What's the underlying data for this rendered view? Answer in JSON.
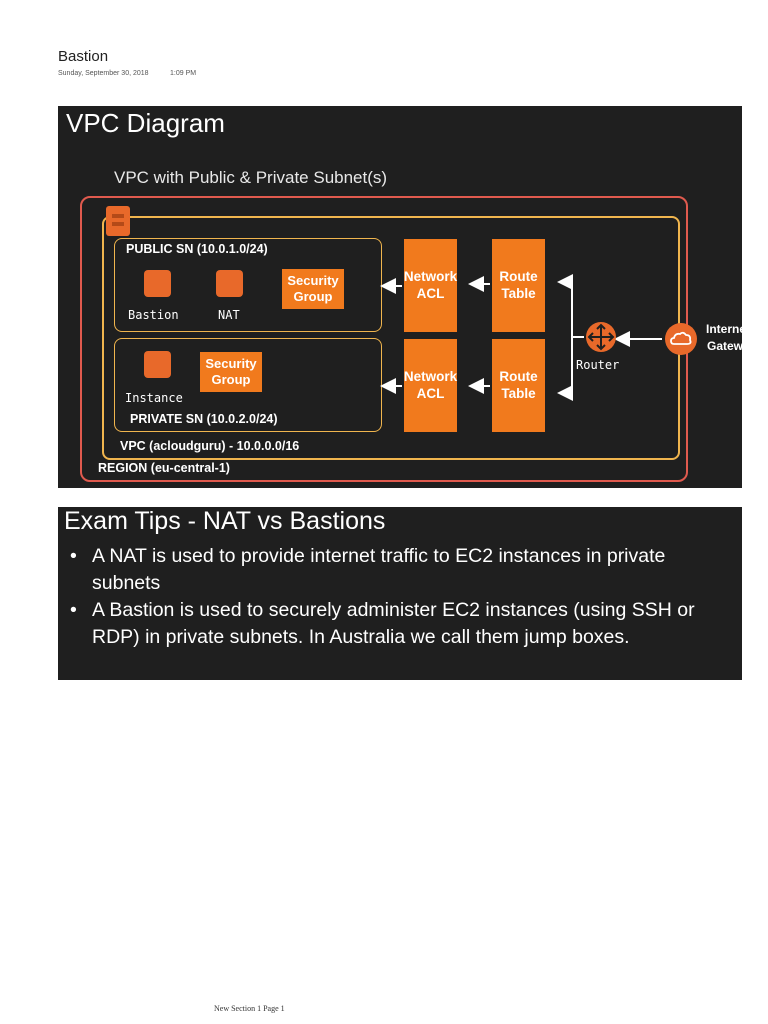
{
  "page": {
    "title": "Bastion",
    "date": "Sunday, September 30, 2018",
    "time": "1:09 PM",
    "footer": "New Section 1 Page 1"
  },
  "diagram": {
    "title": "VPC Diagram",
    "subtitle": "VPC with Public & Private Subnet(s)",
    "public_sn": "PUBLIC SN (10.0.1.0/24)",
    "private_sn": "PRIVATE SN (10.0.2.0/24)",
    "vpc": "VPC (acloudguru) - 10.0.0.0/16",
    "region": "REGION (eu-central-1)",
    "bastion": "Bastion",
    "nat": "NAT",
    "instance": "Instance",
    "security_group_l1": "Security",
    "security_group_l2": "Group",
    "network_acl_l1": "Network",
    "network_acl_l2": "ACL",
    "route_table_l1": "Route",
    "route_table_l2": "Table",
    "router": "Router",
    "internet_gateway_l1": "Internet",
    "internet_gateway_l2": "Gateway",
    "accent_orange": "#f17a1d",
    "region_color": "#e05a4e",
    "vpc_color": "#f0b54e"
  },
  "tips": {
    "title": "Exam Tips - NAT vs Bastions",
    "bullet_char": "•",
    "bullets": [
      "A NAT is used to provide internet traffic to EC2 instances in private subnets",
      "A Bastion is used to securely administer EC2 instances (using SSH or RDP) in private subnets. In Australia we call them jump boxes."
    ]
  }
}
